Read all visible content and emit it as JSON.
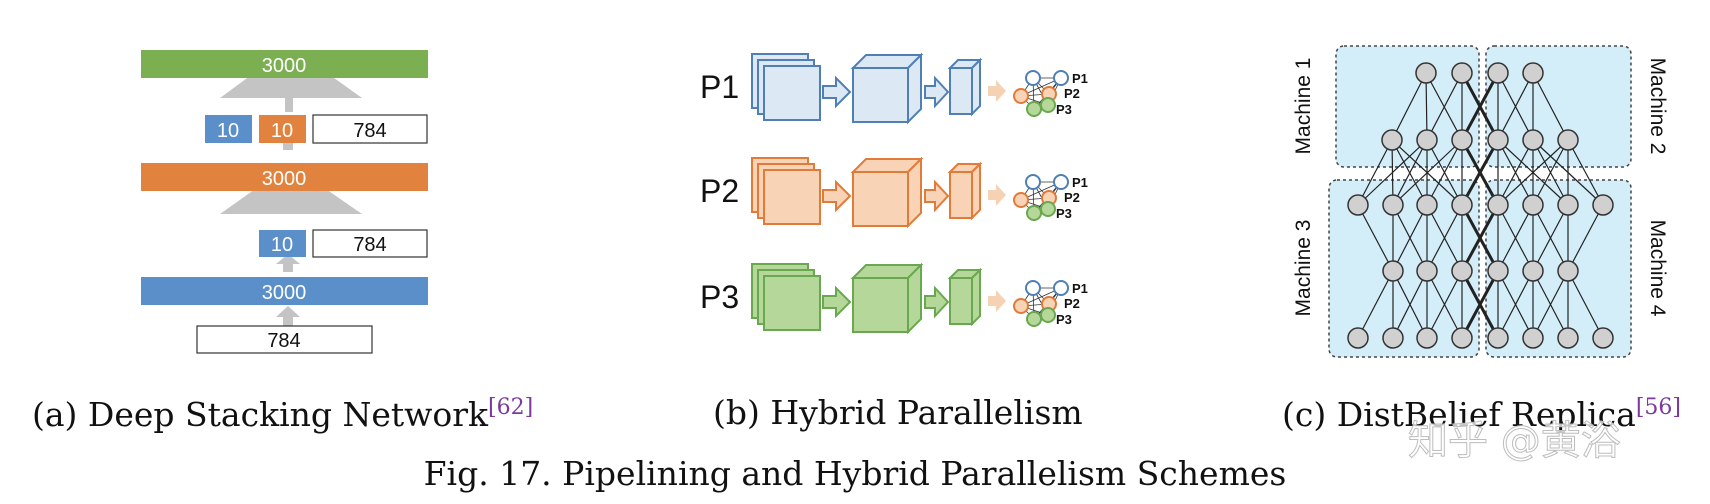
{
  "panel_a": {
    "top_bar": "3000",
    "row1_blue": "10",
    "row1_orange": "10",
    "row1_white": "784",
    "mid_bar": "3000",
    "row2_blue": "10",
    "row2_white": "784",
    "low_bar": "3000",
    "bottom_box": "784",
    "caption_text": "(a) Deep Stacking Network",
    "caption_cite": "[62]",
    "colors": {
      "green": "#7caf52",
      "orange": "#e1833f",
      "blue": "#5b8fc9"
    }
  },
  "panel_b": {
    "pipelines": [
      {
        "label": "P1",
        "fill": "#dde8f5",
        "stroke": "#4f7fb5"
      },
      {
        "label": "P2",
        "fill": "#f8d3b6",
        "stroke": "#e07b3a"
      },
      {
        "label": "P3",
        "fill": "#b5d89a",
        "stroke": "#6aa84f"
      }
    ],
    "node_labels": [
      "P1",
      "P2",
      "P3"
    ],
    "caption_text": "(b) Hybrid Parallelism"
  },
  "panel_c": {
    "machines": [
      "Machine 1",
      "Machine 2",
      "Machine 3",
      "Machine 4"
    ],
    "caption_text": "(c) DistBelief Replica",
    "caption_cite": "[56]",
    "region_color": "#d4eef9"
  },
  "figure_caption": "Fig. 17.  Pipelining and Hybrid Parallelism Schemes",
  "watermark": "知乎 @黄浴"
}
